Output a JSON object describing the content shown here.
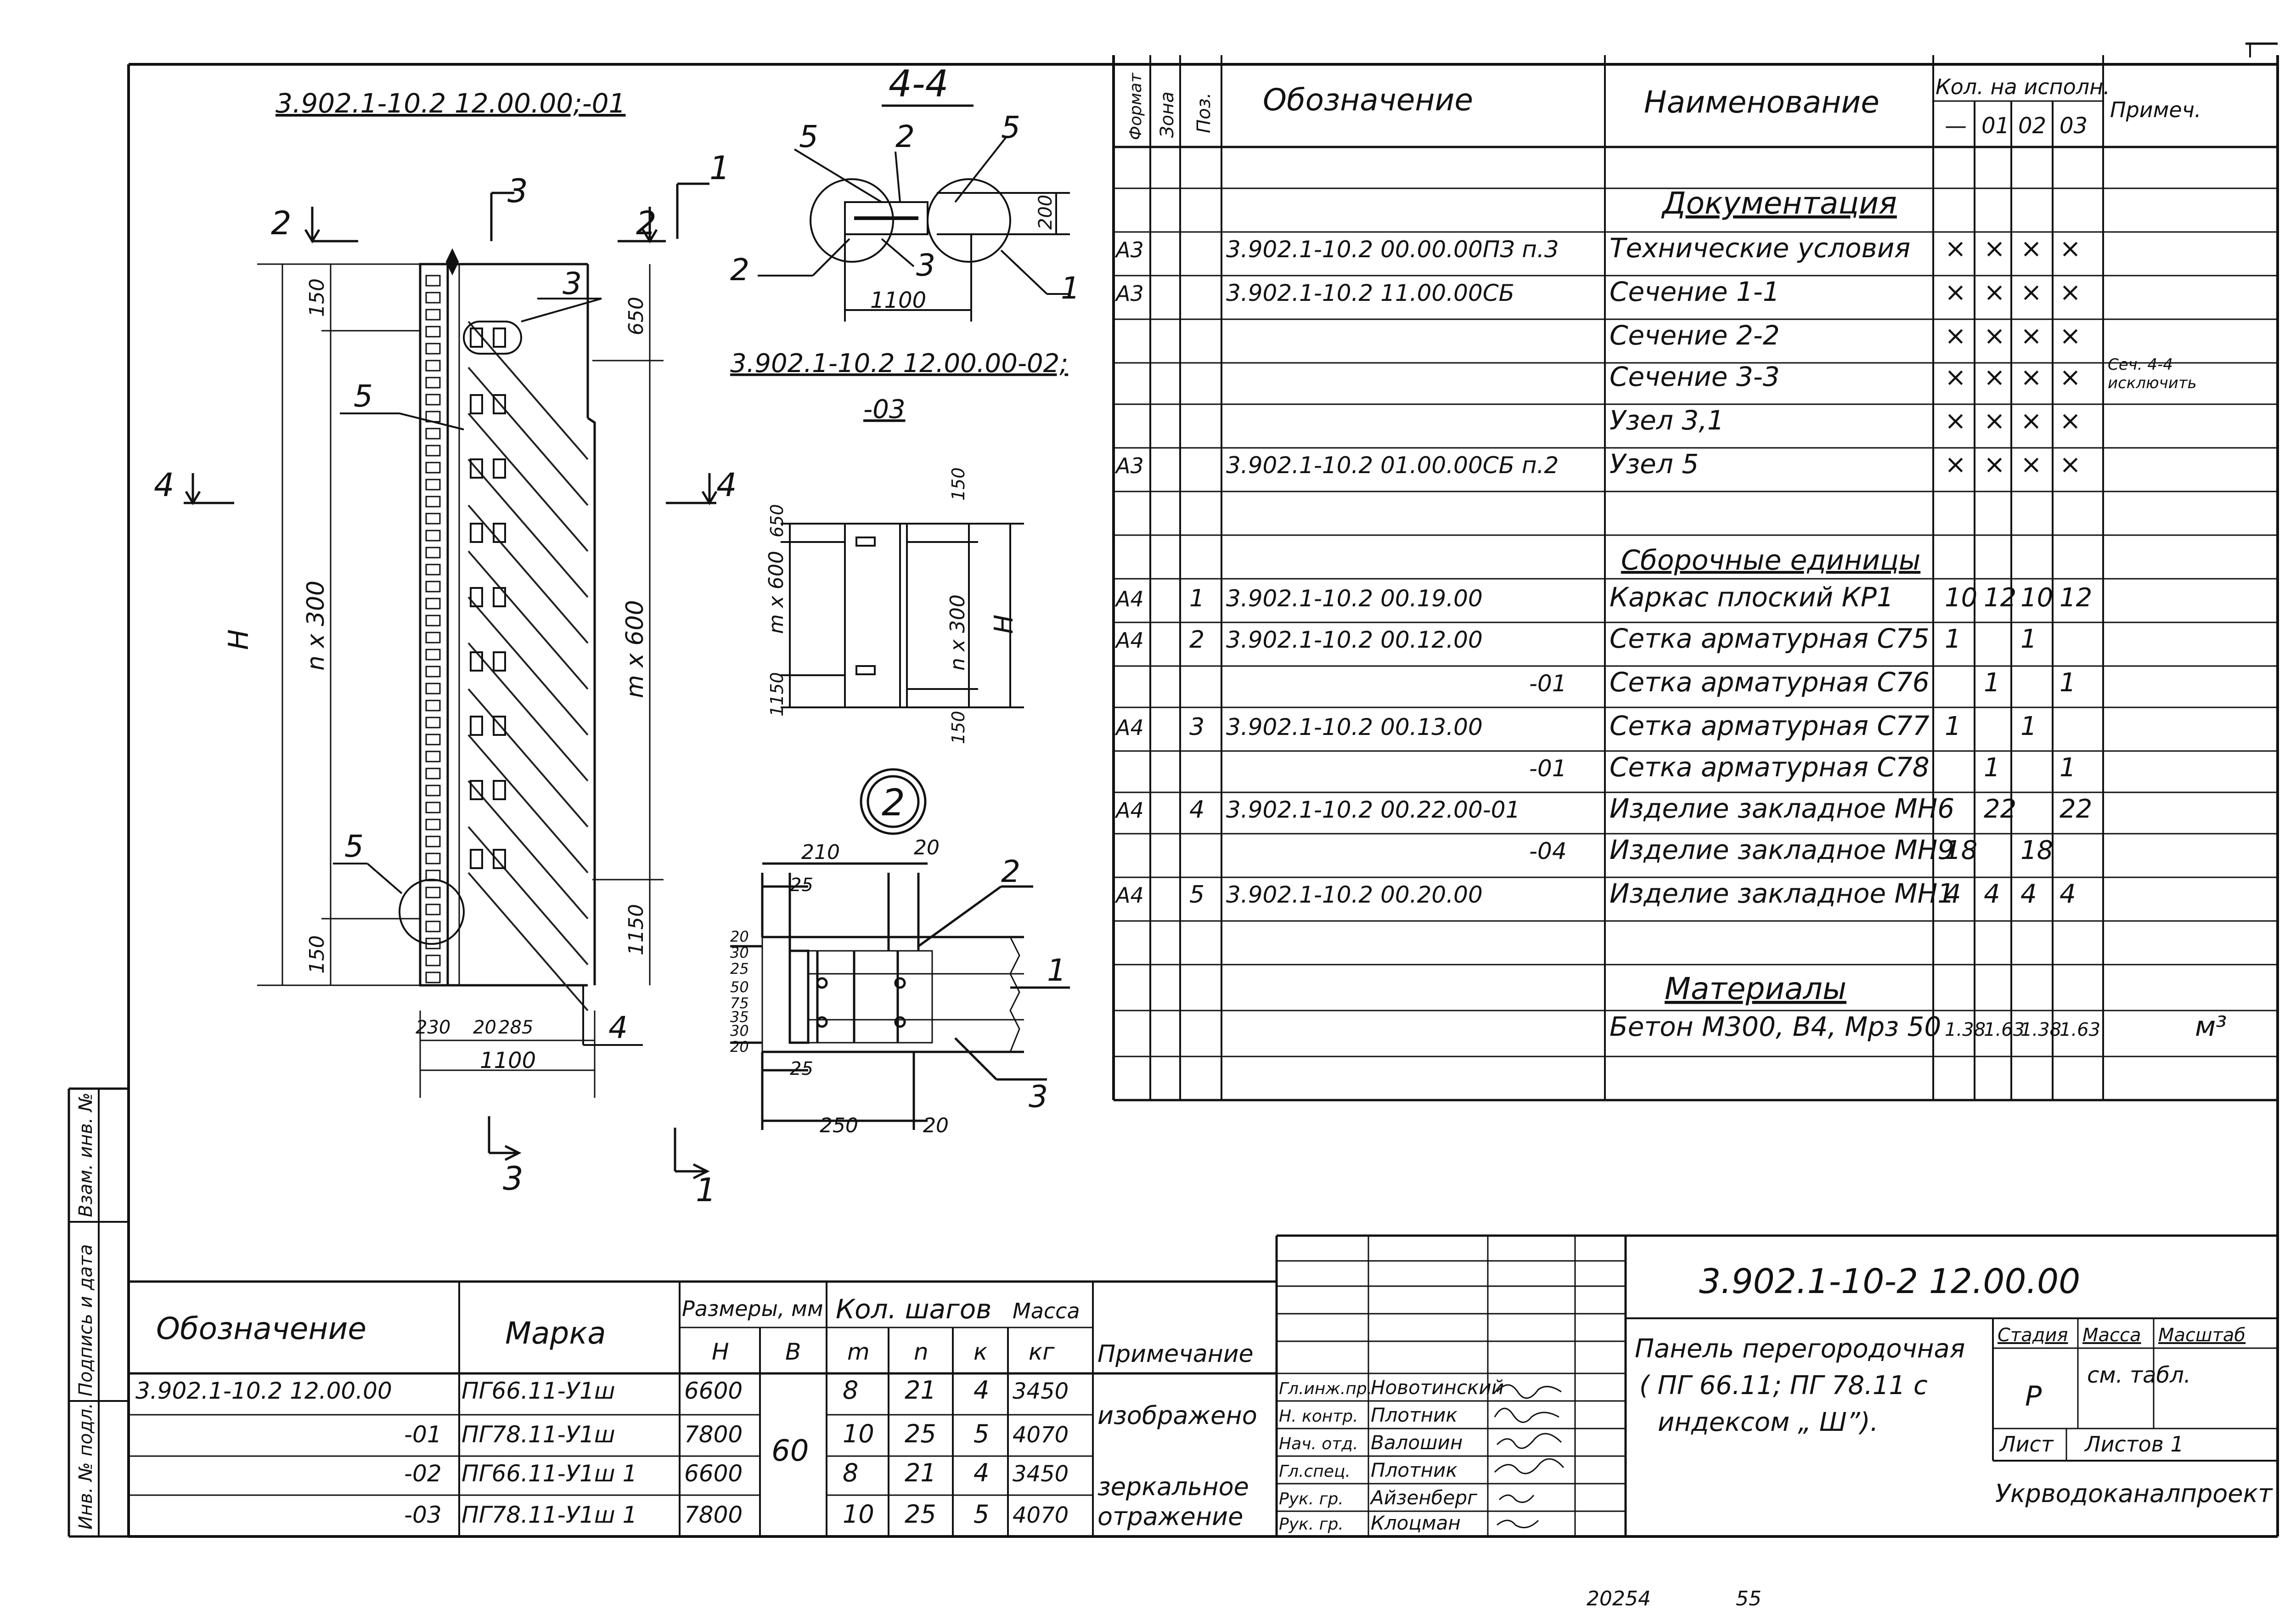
{
  "drawing": {
    "main_title": "3.902.1-10.2  12.00.00;-01",
    "section_4_4": "4-4",
    "variant_title_line1": "3.902.1-10.2  12.00.00-02;",
    "variant_title_line2": "-03",
    "node_2": "2",
    "labels": {
      "cut_1": "1",
      "cut_2": "2",
      "cut_3": "3",
      "cut_4": "4",
      "pos_2": "2",
      "pos_3": "3",
      "pos_5": "5",
      "pos_1": "1",
      "height": "Н",
      "n300": "n x 300",
      "m600": "m x 600",
      "m600_small": "m x 600",
      "n300_small": "n x 300"
    },
    "dims": {
      "d150": "150",
      "d650": "650",
      "d1150": "1150",
      "d1100": "1100",
      "d200": "200",
      "d230": "230",
      "d20": "20",
      "d285": "285",
      "d210": "210",
      "d25": "25",
      "d250": "250",
      "d30": "30",
      "d50": "50",
      "d75": "75",
      "d35": "35"
    }
  },
  "spec": {
    "headers": {
      "format": "Формат",
      "zone": "Зона",
      "pos": "Поз.",
      "designation": "Обозначение",
      "name": "Наименование",
      "qty": "Кол. на исполн.",
      "q0": "—",
      "q1": "01",
      "q2": "02",
      "q3": "03",
      "note": "Примеч."
    },
    "sections": {
      "docs": "Документация",
      "assembly": "Сборочные единицы",
      "materials": "Материалы"
    },
    "rows": [
      {
        "fmt": "А3",
        "pos": "",
        "des": "3.902.1-10.2   00.00.00ПЗ п.3",
        "name": "Технические условия",
        "q": [
          "×",
          "×",
          "×",
          "×"
        ],
        "note": ""
      },
      {
        "fmt": "А3",
        "pos": "",
        "des": "3.902.1-10.2   11.00.00СБ",
        "name": "Сечение 1-1",
        "q": [
          "×",
          "×",
          "×",
          "×"
        ],
        "note": ""
      },
      {
        "fmt": "",
        "pos": "",
        "des": "",
        "name": "Сечение 2-2",
        "q": [
          "×",
          "×",
          "×",
          "×"
        ],
        "note": ""
      },
      {
        "fmt": "",
        "pos": "",
        "des": "",
        "name": "Сечение 3-3",
        "q": [
          "×",
          "×",
          "×",
          "×"
        ],
        "note": "Сеч. 4-4 исключить"
      },
      {
        "fmt": "",
        "pos": "",
        "des": "",
        "name": "Узел 3,1",
        "q": [
          "×",
          "×",
          "×",
          "×"
        ],
        "note": ""
      },
      {
        "fmt": "А3",
        "pos": "",
        "des": "3.902.1-10.2   01.00.00СБ п.2",
        "name": "Узел 5",
        "q": [
          "×",
          "×",
          "×",
          "×"
        ],
        "note": ""
      },
      {
        "fmt": "А4",
        "pos": "1",
        "des": "3.902.1-10.2   00.19.00",
        "name": "Каркас плоский КР1",
        "q": [
          "10",
          "12",
          "10",
          "12"
        ],
        "note": ""
      },
      {
        "fmt": "А4",
        "pos": "2",
        "des": "3.902.1-10.2   00.12.00",
        "name": "Сетка арматурная С75",
        "q": [
          "1",
          "",
          "1",
          ""
        ],
        "note": ""
      },
      {
        "fmt": "",
        "pos": "",
        "des": "-01",
        "name": "Сетка арматурная С76",
        "q": [
          "",
          "1",
          "",
          "1"
        ],
        "note": ""
      },
      {
        "fmt": "А4",
        "pos": "3",
        "des": "3.902.1-10.2   00.13.00",
        "name": "Сетка арматурная С77",
        "q": [
          "1",
          "",
          "1",
          ""
        ],
        "note": ""
      },
      {
        "fmt": "",
        "pos": "",
        "des": "-01",
        "name": "Сетка арматурная  С78",
        "q": [
          "",
          "1",
          "",
          "1"
        ],
        "note": ""
      },
      {
        "fmt": "А4",
        "pos": "4",
        "des": "3.902.1-10.2   00.22.00-01",
        "name": "Изделие закладное МН6",
        "q": [
          "",
          "22",
          "",
          "22"
        ],
        "note": ""
      },
      {
        "fmt": "",
        "pos": "",
        "des": "-04",
        "name": "Изделие закладное МН9",
        "q": [
          "18",
          "",
          "18",
          ""
        ],
        "note": ""
      },
      {
        "fmt": "А4",
        "pos": "5",
        "des": "3.902.1-10.2   00.20.00",
        "name": "Изделие закладное МН1",
        "q": [
          "4",
          "4",
          "4",
          "4"
        ],
        "note": ""
      },
      {
        "fmt": "",
        "pos": "",
        "des": "",
        "name": "Бетон М300, В4, Мрз 50",
        "q": [
          "1.38",
          "1.63",
          "1.38",
          "1.63"
        ],
        "note": "м³"
      }
    ]
  },
  "brands": {
    "headers": {
      "designation": "Обозначение",
      "mark": "Марка",
      "sizes": "Размеры, мм",
      "H": "Н",
      "B": "В",
      "steps": "Кол. шагов",
      "m": "m",
      "n": "n",
      "k": "к",
      "mass": "Масса",
      "mass_unit": "кг",
      "note": "Примечание"
    },
    "b_value": "60",
    "rows": [
      {
        "des": "3.902.1-10.2   12.00.00",
        "mark": "ПГ66.11-У1ш",
        "H": "6600",
        "m": "8",
        "n": "21",
        "k": "4",
        "mass": "3450"
      },
      {
        "des": "-01",
        "mark": "ПГ78.11-У1ш",
        "H": "7800",
        "m": "10",
        "n": "25",
        "k": "5",
        "mass": "4070"
      },
      {
        "des": "-02",
        "mark": "ПГ66.11-У1ш  1",
        "H": "6600",
        "m": "8",
        "n": "21",
        "k": "4",
        "mass": "3450"
      },
      {
        "des": "-03",
        "mark": "ПГ78.11-У1ш  1",
        "H": "7800",
        "m": "10",
        "n": "25",
        "k": "5",
        "mass": "4070"
      }
    ],
    "note_shown": "изображено",
    "note_mirror_1": "зеркальное",
    "note_mirror_2": "отражение"
  },
  "title_block": {
    "code": "3.902.1-10-2   12.00.00",
    "name_line1": "Панель перегородочная",
    "name_line2": "( ПГ 66.11; ПГ 78.11 с",
    "name_line3": "индексом „ Ш”).",
    "stage_h": "Стадия",
    "mass_h": "Масса",
    "scale_h": "Масштаб",
    "stage": "Р",
    "mass": "см. табл.",
    "sheet": "Лист",
    "sheets": "Листов 1",
    "org": "Укрводоканалпроект",
    "roles": [
      {
        "role": "Гл.инж.пр.",
        "name": "Новотинский"
      },
      {
        "role": "Н. контр.",
        "name": "Плотник"
      },
      {
        "role": "Нач. отд.",
        "name": "Валошин"
      },
      {
        "role": "Гл.спец.",
        "name": "Плотник"
      },
      {
        "role": "Рук. гр.",
        "name": "Айзенберг"
      },
      {
        "role": "Рук. гр.",
        "name": "Клоцман"
      }
    ]
  },
  "margin": {
    "inv_orig": "Инв. № подл.",
    "sign_date": "Подпись и дата",
    "inv_dup": "Взам. инв. №"
  },
  "footer": {
    "num1": "20254",
    "num2": "55"
  }
}
